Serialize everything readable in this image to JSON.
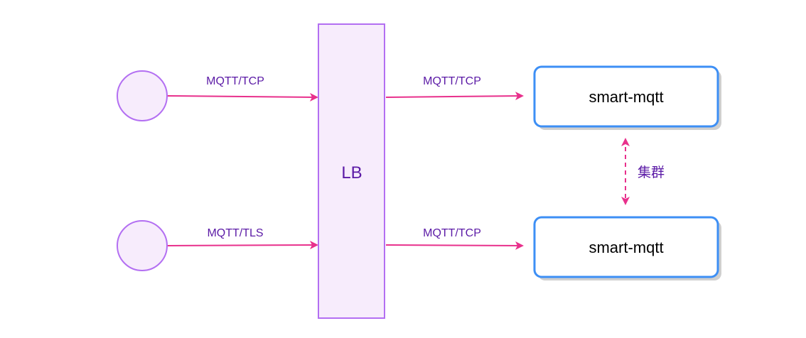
{
  "diagram": {
    "load_balancer": {
      "label": "LB"
    },
    "clients": [
      {
        "id": "client-1",
        "protocol_label": "MQTT/TCP"
      },
      {
        "id": "client-2",
        "protocol_label": "MQTT/TLS"
      }
    ],
    "servers": [
      {
        "id": "server-1",
        "label": "smart-mqtt",
        "protocol_label": "MQTT/TCP"
      },
      {
        "id": "server-2",
        "label": "smart-mqtt",
        "protocol_label": "MQTT/TCP"
      }
    ],
    "cluster": {
      "label": "集群"
    }
  },
  "colors": {
    "client_fill": "#f7ecfc",
    "client_stroke": "#b36ff2",
    "lb_fill": "#f7ecfc",
    "lb_stroke": "#b36ff2",
    "server_fill": "#ffffff",
    "server_stroke": "#3d8ff5",
    "server_shadow": "#cfcfcf",
    "arrow": "#e8308c",
    "label_text": "#5b1aa6"
  }
}
